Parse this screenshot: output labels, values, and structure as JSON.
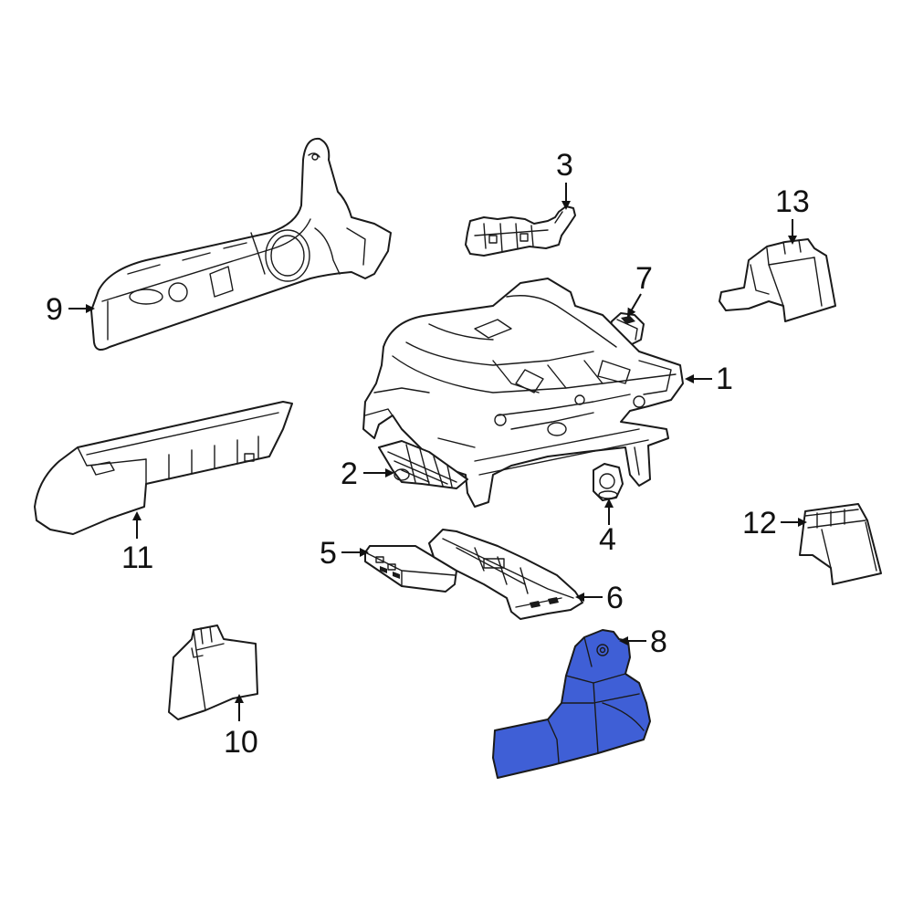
{
  "callouts": {
    "c1": "1",
    "c2": "2",
    "c3": "3",
    "c4": "4",
    "c5": "5",
    "c6": "6",
    "c7": "7",
    "c8": "8",
    "c9": "9",
    "c10": "10",
    "c11": "11",
    "c12": "12",
    "c13": "13"
  },
  "colors": {
    "highlight": "#3f5fd6",
    "line": "#1a1a1a",
    "background": "#ffffff"
  },
  "highlighted_part": "8"
}
